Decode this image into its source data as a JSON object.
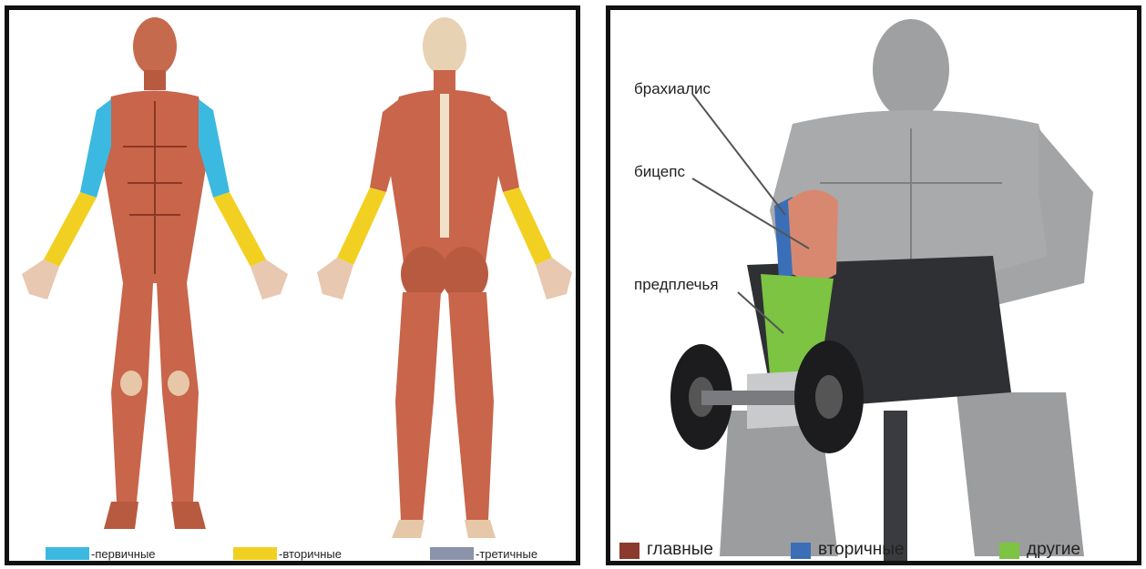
{
  "left_panel": {
    "legend": [
      {
        "label": "-первичные",
        "color": "#3cb9e0"
      },
      {
        "label": "-вторичные",
        "color": "#f2d022"
      },
      {
        "label": "-третичные",
        "color": "#8b93aa"
      }
    ]
  },
  "right_panel": {
    "callouts": {
      "brachialis": "брахиалис",
      "biceps": "бицепс",
      "forearms": "предплечья"
    },
    "legend": [
      {
        "label": "главные",
        "color": "#8b3a2e"
      },
      {
        "label": "вторичные",
        "color": "#3a6fb8"
      },
      {
        "label": "другие",
        "color": "#7cc442"
      }
    ]
  },
  "colors": {
    "muscle": "#c8654a",
    "muscle_dark": "#9c3f2a",
    "primary": "#3cb9e0",
    "secondary": "#f2d022",
    "gray_body": "#a9aaac",
    "bench": "#2f3033",
    "biceps": "#d98870",
    "brachialis": "#3a6fb8",
    "forearm": "#7cc442"
  }
}
